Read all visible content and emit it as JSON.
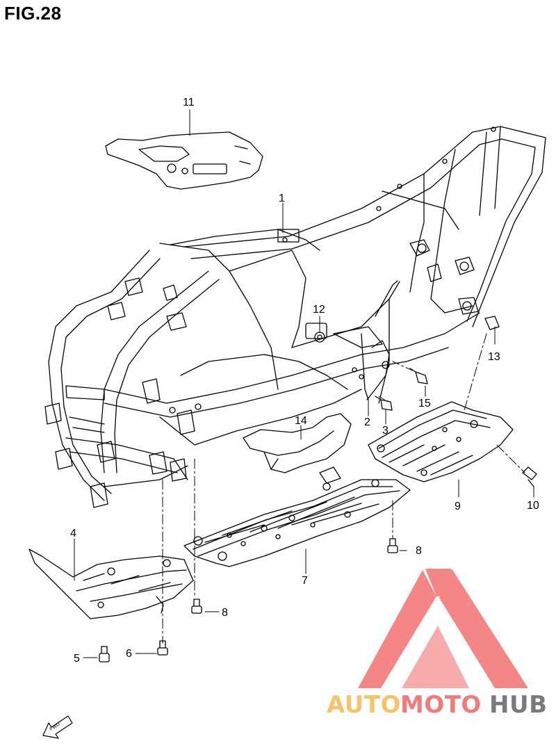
{
  "figure": {
    "title": "FIG.28"
  },
  "callouts": [
    {
      "id": "c1",
      "text": "1"
    },
    {
      "id": "c2",
      "text": "2"
    },
    {
      "id": "c3",
      "text": "3"
    },
    {
      "id": "c4",
      "text": "4"
    },
    {
      "id": "c5",
      "text": "5"
    },
    {
      "id": "c6",
      "text": "6"
    },
    {
      "id": "c7",
      "text": "7"
    },
    {
      "id": "c8a",
      "text": "8"
    },
    {
      "id": "c8b",
      "text": "8"
    },
    {
      "id": "c9",
      "text": "9"
    },
    {
      "id": "c10",
      "text": "10"
    },
    {
      "id": "c11",
      "text": "11"
    },
    {
      "id": "c12",
      "text": "12"
    },
    {
      "id": "c13",
      "text": "13"
    },
    {
      "id": "c14",
      "text": "14"
    },
    {
      "id": "c15",
      "text": "15"
    }
  ],
  "fwd_arrow": {
    "label": "FWD"
  },
  "watermark": {
    "part1": "AUTO",
    "part2": "MOTO",
    "part3": "HUB",
    "colors": {
      "auto": "#f5c46a",
      "moto": "#f47a7a",
      "hub": "#7a7a7a",
      "triangle": "#f47a7a"
    }
  }
}
